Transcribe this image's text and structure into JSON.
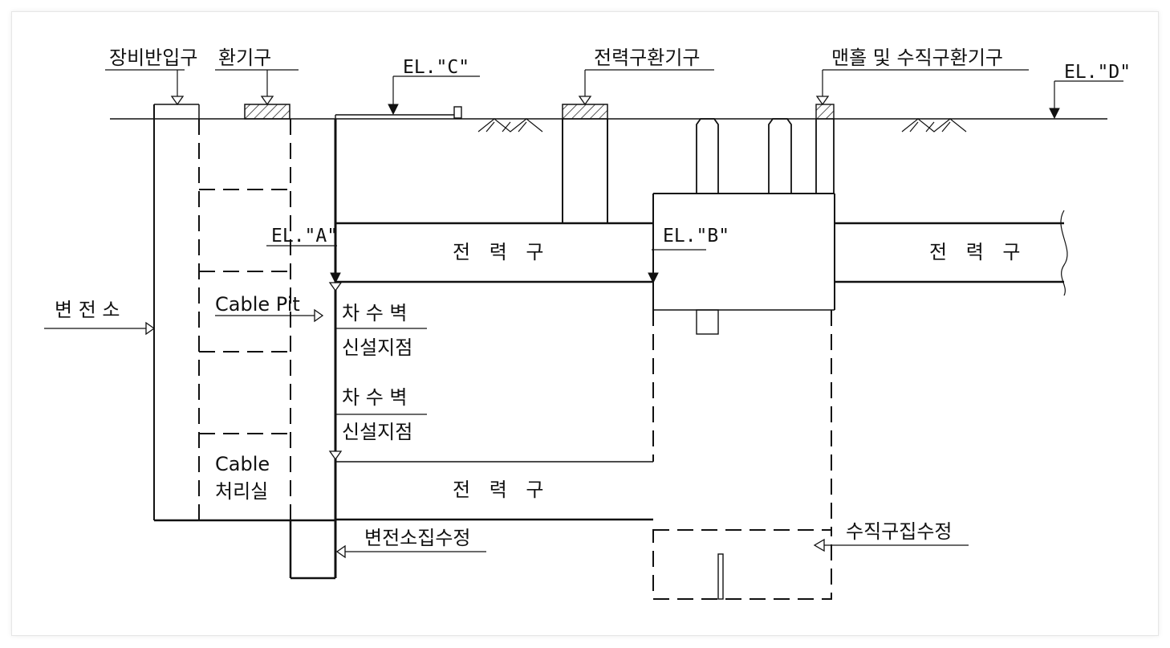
{
  "diagram": {
    "labels": {
      "equipment_inlet": "장비반입구",
      "vent": "환기구",
      "el_c": "EL.\"C\"",
      "tunnel_vent": "전력구환기구",
      "manhole_shaft_vent": "맨홀 및 수직구환기구",
      "el_d": "EL.\"D\"",
      "el_a": "EL.\"A\"",
      "el_b": "EL.\"B\"",
      "tunnel_upper": "전 력 구",
      "tunnel_right": "전 력 구",
      "tunnel_lower": "전 력 구",
      "substation": "변 전 소",
      "cable_pit": "Cable Pit",
      "waterproof_wall_1": "차 수 벽",
      "new_point_1": "신설지점",
      "waterproof_wall_2": "차 수 벽",
      "new_point_2": "신설지점",
      "cable_room_line1": "Cable",
      "cable_room_line2": "처리실",
      "substation_sump": "변전소집수정",
      "shaft_sump": "수직구집수정"
    },
    "colors": {
      "line": "#111111",
      "hatch": "#111111",
      "background": "#ffffff"
    }
  }
}
